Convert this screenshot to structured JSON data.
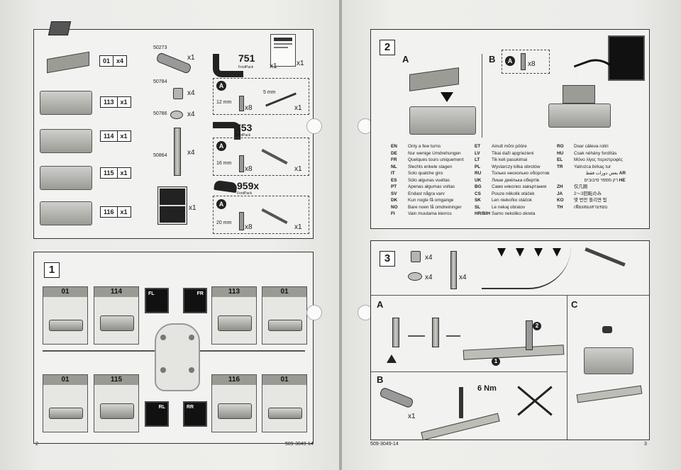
{
  "left_page": {
    "parts": {
      "feet": [
        {
          "code": "01",
          "qty": "x4"
        },
        {
          "code": "113",
          "qty": "x1"
        },
        {
          "code": "114",
          "qty": "x1"
        },
        {
          "code": "115",
          "qty": "x1"
        },
        {
          "code": "116",
          "qty": "x1"
        }
      ],
      "hardware": [
        {
          "code": "50273",
          "qty": "x1"
        },
        {
          "code": "50784",
          "qty": "x4"
        },
        {
          "code": "50786",
          "qty": "x4"
        },
        {
          "code": "50864",
          "qty": "x4"
        }
      ],
      "sticker_qty": "x1",
      "manual_qty": "x1",
      "footpacks": [
        {
          "name": "751",
          "sub": "FootPack",
          "qty": "x1",
          "bolt": "12 mm",
          "bolt_qty": "x8",
          "tool": "5 mm",
          "tool_qty": "x1"
        },
        {
          "name": "753",
          "sub": "FootPack",
          "bolt": "16 mm",
          "bolt_qty": "x8",
          "tool_qty": "x1"
        },
        {
          "name": "959x",
          "sub": "FootPack",
          "bolt": "20 mm",
          "bolt_qty": "x8",
          "tool_qty": "x1"
        }
      ],
      "a_label": "A"
    },
    "step1": {
      "number": "1",
      "top_row": [
        "01",
        "114",
        "113",
        "01"
      ],
      "bottom_row": [
        "01",
        "115",
        "116",
        "01"
      ],
      "stickers": {
        "fl": "FL",
        "fr": "FR",
        "rl": "RL",
        "rr": "RR"
      }
    },
    "page_number": "2",
    "doc_code": "509-3049-14"
  },
  "right_page": {
    "step2": {
      "number": "2",
      "sub_a": "A",
      "sub_b": "B",
      "bolt_qty": "x8",
      "a_label": "A",
      "languages": [
        {
          "code": "EN",
          "text": "Only a few turns"
        },
        {
          "code": "DE",
          "text": "Nur wenige Umdrehungen"
        },
        {
          "code": "FR",
          "text": "Quelques tours uniquement"
        },
        {
          "code": "NL",
          "text": "Slechts enkele slagen"
        },
        {
          "code": "IT",
          "text": "Solo qualche giro"
        },
        {
          "code": "ES",
          "text": "Sólo algunas vueltas"
        },
        {
          "code": "PT",
          "text": "Apenas algumas voltas"
        },
        {
          "code": "SV",
          "text": "Endast några varv"
        },
        {
          "code": "DK",
          "text": "Kun nogle få omgange"
        },
        {
          "code": "NO",
          "text": "Bare noen få omdreininger"
        },
        {
          "code": "FI",
          "text": "Vain muutama kierros"
        },
        {
          "code": "ET",
          "text": "Ainult mõni pööre"
        },
        {
          "code": "LV",
          "text": "Tikai daži apgriezieni"
        },
        {
          "code": "LT",
          "text": "Tik keli pasukimai"
        },
        {
          "code": "PL",
          "text": "Wystarczy kilka obrotów"
        },
        {
          "code": "RU",
          "text": "Только несколько оборотов"
        },
        {
          "code": "UK",
          "text": "Лише декілька обертів"
        },
        {
          "code": "BG",
          "text": "Само няколко завъртания"
        },
        {
          "code": "CS",
          "text": "Pouze několik otáček"
        },
        {
          "code": "SK",
          "text": "Len niekoľko otáčok"
        },
        {
          "code": "SL",
          "text": "Le nekaj obratov"
        },
        {
          "code": "HR/BIH",
          "text": "Samo nekoliko okreta"
        },
        {
          "code": "RO",
          "text": "Doar câteva rotiri"
        },
        {
          "code": "HU",
          "text": "Csak néhány fordítás"
        },
        {
          "code": "EL",
          "text": "Μόνο λίγες περιστροφές"
        },
        {
          "code": "TR",
          "text": "Yalnızca birkaç tur"
        },
        {
          "code": "AR",
          "text": "بعض دورات فقط"
        },
        {
          "code": "HE",
          "text": "רק מספר סיבובים"
        },
        {
          "code": "ZH",
          "text": "仅几圈"
        },
        {
          "code": "JA",
          "text": "2～3回転のみ"
        },
        {
          "code": "KO",
          "text": "몇 번만 돌리면 됨"
        },
        {
          "code": "TH",
          "text": "เพียงสองสามรอบ"
        }
      ]
    },
    "step3": {
      "number": "3",
      "spacer_qty": "x4",
      "washer_qty": "x4",
      "bolt_qty": "x4",
      "sub_a": "A",
      "sub_b": "B",
      "sub_c": "C",
      "torque": "6 Nm",
      "b_qty": "x1",
      "callout_1": "1",
      "callout_2": "2"
    },
    "page_number": "3",
    "doc_code": "509-3049-14"
  }
}
